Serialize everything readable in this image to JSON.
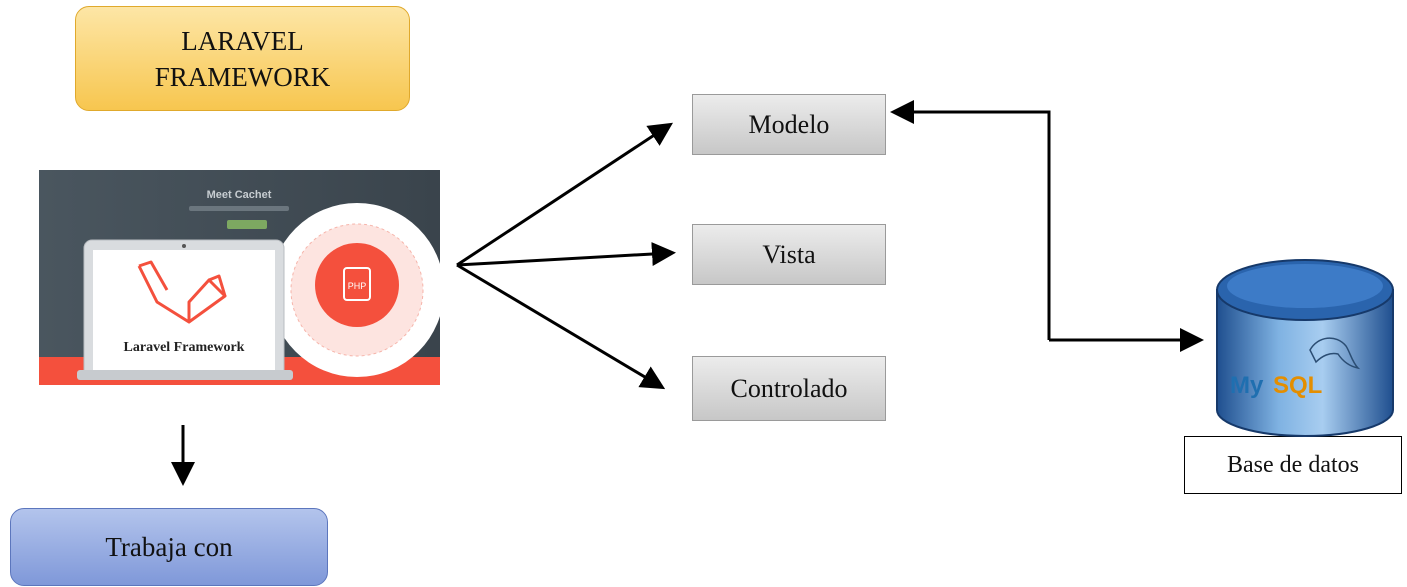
{
  "title": {
    "line1": "LARAVEL",
    "line2": "FRAMEWORK"
  },
  "mvc": {
    "modelo": "Modelo",
    "vista": "Vista",
    "controlado": "Controlado"
  },
  "bottom_label": "Trabaja con",
  "database": {
    "caption": "Base de datos",
    "logo_text_my": "My",
    "logo_text_sql": "SQL"
  },
  "laravel_image": {
    "caption": "Laravel Framework",
    "badge": "PHP",
    "headline": "Meet Cachet"
  },
  "colors": {
    "laravel_red": "#f4503d",
    "mysql_blue": "#1f6fb0",
    "mysql_orange": "#e48e00"
  }
}
